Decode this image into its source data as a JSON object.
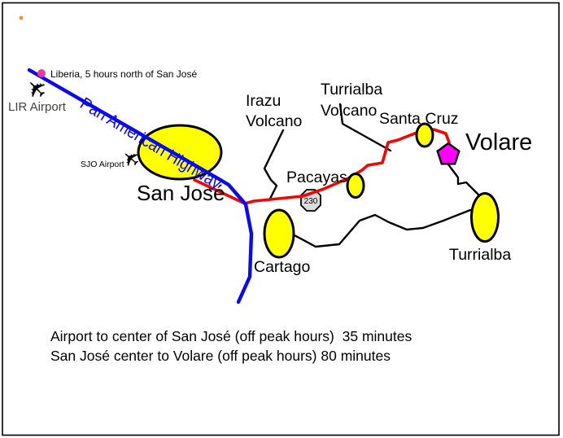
{
  "map": {
    "region_labels": {
      "liberia_note": "Liberia, 5 hours north of San José",
      "lir_airport": "LIR Airport",
      "sjo_airport": "SJO Airport",
      "pan_american_highway": "Pan American Highway",
      "san_jose": "San José",
      "irazu_volcano_line1": "Irazu",
      "irazu_volcano_line2": "Volcano",
      "turrialba_volcano_line1": "Turrialba",
      "turrialba_volcano_line2": "Volcano",
      "santa_cruz": "Santa Cruz",
      "volare": "Volare",
      "pacayas": "Pacayas",
      "cartago": "Cartago",
      "turrialba_city": "Turrialba",
      "route_number": "230"
    },
    "notes": {
      "line1": "Airport to center of San José (off peak hours)  35 minutes",
      "line2": "San José center to Volare (off peak hours) 80 minutes"
    },
    "icons": {
      "airplane": "✈"
    },
    "colors": {
      "highway_blue": "#0a0af0",
      "route_red": "#f80400",
      "road_black": "#000000",
      "city_yellow": "#ffff00",
      "volare_magenta": "#ff00ff",
      "liberia_pink": "#f0389c",
      "marker_orange": "#ff8c28",
      "shield_gray": "#dcdcdc"
    }
  }
}
